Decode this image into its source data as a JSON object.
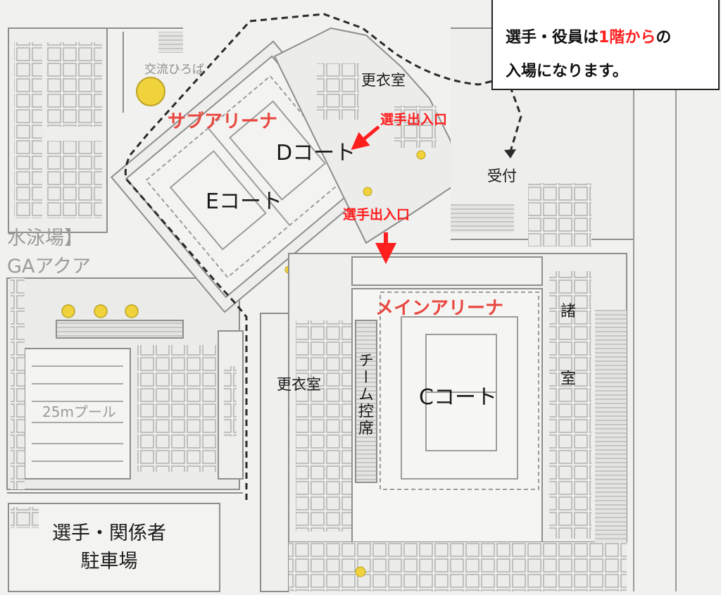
{
  "notice": {
    "part1": "選手・役員は",
    "highlight": "1階から",
    "part2": "の",
    "line2": "入場になります。"
  },
  "arenas": {
    "sub_arena": "サブアリーナ",
    "main_arena": "メインアリーナ"
  },
  "courts": {
    "c": "Cコート",
    "d": "Dコート",
    "e": "Eコート"
  },
  "entrances": {
    "sub": "選手出入口",
    "main": "選手出入口"
  },
  "rooms": {
    "changing_room_top": "更衣室",
    "changing_room_main": "更衣室",
    "reception": "受付",
    "team_bench": "チーム控席",
    "various_rooms_1": "諸",
    "various_rooms_2": "室"
  },
  "pool_area": {
    "swim_label": "水泳場】",
    "aqua_label": "GAアクア",
    "plaza": "交流ひろば",
    "pool_25m": "25mプール"
  },
  "parking": {
    "line1": "選手・関係者",
    "line2": "駐車場"
  },
  "colors": {
    "red": "#ff1f1f",
    "arena_label_red": "#e8473f",
    "wall": "#8e8e8c",
    "marker_yellow": "#f0d23c"
  }
}
